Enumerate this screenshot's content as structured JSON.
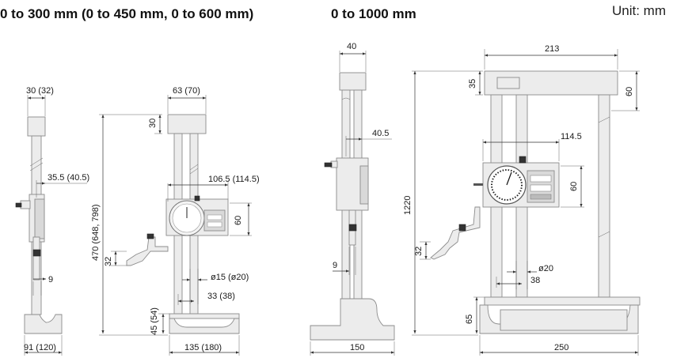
{
  "headings": {
    "left": "0 to 300 mm (0 to 450 mm, 0 to 600 mm)",
    "right": "0 to 1000 mm",
    "unit": "Unit: mm"
  },
  "dimensions": {
    "small_side_width": "30 (32)",
    "small_side_offset": "35.5 (40.5)",
    "small_side_9": "9",
    "small_side_base": "91 (120)",
    "small_front_top": "63 (70)",
    "small_front_30": "30",
    "small_front_height": "470 (648, 798)",
    "small_front_reach": "106.5 (114.5)",
    "small_front_60": "60",
    "small_front_32": "32",
    "small_front_col": "ø15 (ø20)",
    "small_front_pitch": "33 (38)",
    "small_front_base_h": "45 (54)",
    "small_front_base_w": "135 (180)",
    "large_side_top": "40",
    "large_side_offset": "40.5",
    "large_side_9": "9",
    "large_side_base": "150",
    "large_front_top": "213",
    "large_front_35": "35",
    "large_front_60_top": "60",
    "large_front_height": "1220",
    "large_front_reach": "114.5",
    "large_front_60": "60",
    "large_front_32": "32",
    "large_front_col": "ø20",
    "large_front_pitch": "38",
    "large_front_65": "65",
    "large_front_base": "250"
  }
}
